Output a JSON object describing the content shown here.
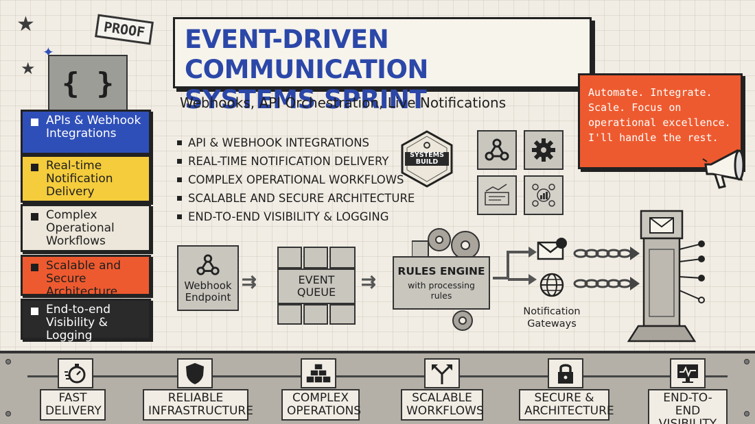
{
  "title": {
    "line1": "EVENT-DRIVEN COMMUNICATION",
    "line2": "SYSTEMS SPRINT",
    "subtitle": "Webhooks, API Orchestration, Live Notifications"
  },
  "stamp": "PROOF",
  "braces_symbol": "{ }",
  "stack": [
    {
      "text": "APIs & Webhook Integrations",
      "color": "#2f4fb8",
      "text_color": "#ffffff"
    },
    {
      "text": "Real-time Notification Delivery",
      "color": "#f4cc3c",
      "text_color": "#1e1e1e"
    },
    {
      "text": "Complex Operational Workflows",
      "color": "#ece7da",
      "text_color": "#1e1e1e"
    },
    {
      "text": "Scalable and Secure Architecture",
      "color": "#ee5a2f",
      "text_color": "#1e1e1e"
    },
    {
      "text": "End-to-end Visibility & Logging",
      "color": "#2a2a2a",
      "text_color": "#ffffff"
    }
  ],
  "features": [
    "API & WEBHOOK INTEGRATIONS",
    "REAL-TIME NOTIFICATION DELIVERY",
    "COMPLEX OPERATIONAL WORKFLOWS",
    "SCALABLE AND SECURE ARCHITECTURE",
    "END-TO-END VISIBILITY & LOGGING"
  ],
  "quote": "Automate. Integrate. Scale. Focus on operational excellence. I'll handle the rest.",
  "badge": {
    "line1": "SYSTEMS",
    "line2": "BUILD"
  },
  "pipeline": {
    "webhook": "Webhook Endpoint",
    "queue": "EVENT QUEUE",
    "rules_title": "RULES ENGINE",
    "rules_sub": "with processing rules",
    "gateways": "Notification Gateways"
  },
  "bottom": [
    {
      "label": "FAST DELIVERY",
      "icon": "stopwatch-icon"
    },
    {
      "label": "RELIABLE INFRASTRUCTURE",
      "icon": "shield-icon"
    },
    {
      "label": "COMPLEX OPERATIONS",
      "icon": "stacked-cubes-icon"
    },
    {
      "label": "SCALABLE WORKFLOWS",
      "icon": "split-arrows-icon"
    },
    {
      "label": "SECURE & ARCHITECTURE",
      "icon": "lock-icon"
    },
    {
      "label": "END-TO-END VISIBILITY",
      "icon": "monitor-pulse-icon"
    }
  ],
  "colors": {
    "accent_blue": "#2b47a8",
    "accent_orange": "#ee5a2f",
    "accent_yellow": "#f4cc3c"
  }
}
